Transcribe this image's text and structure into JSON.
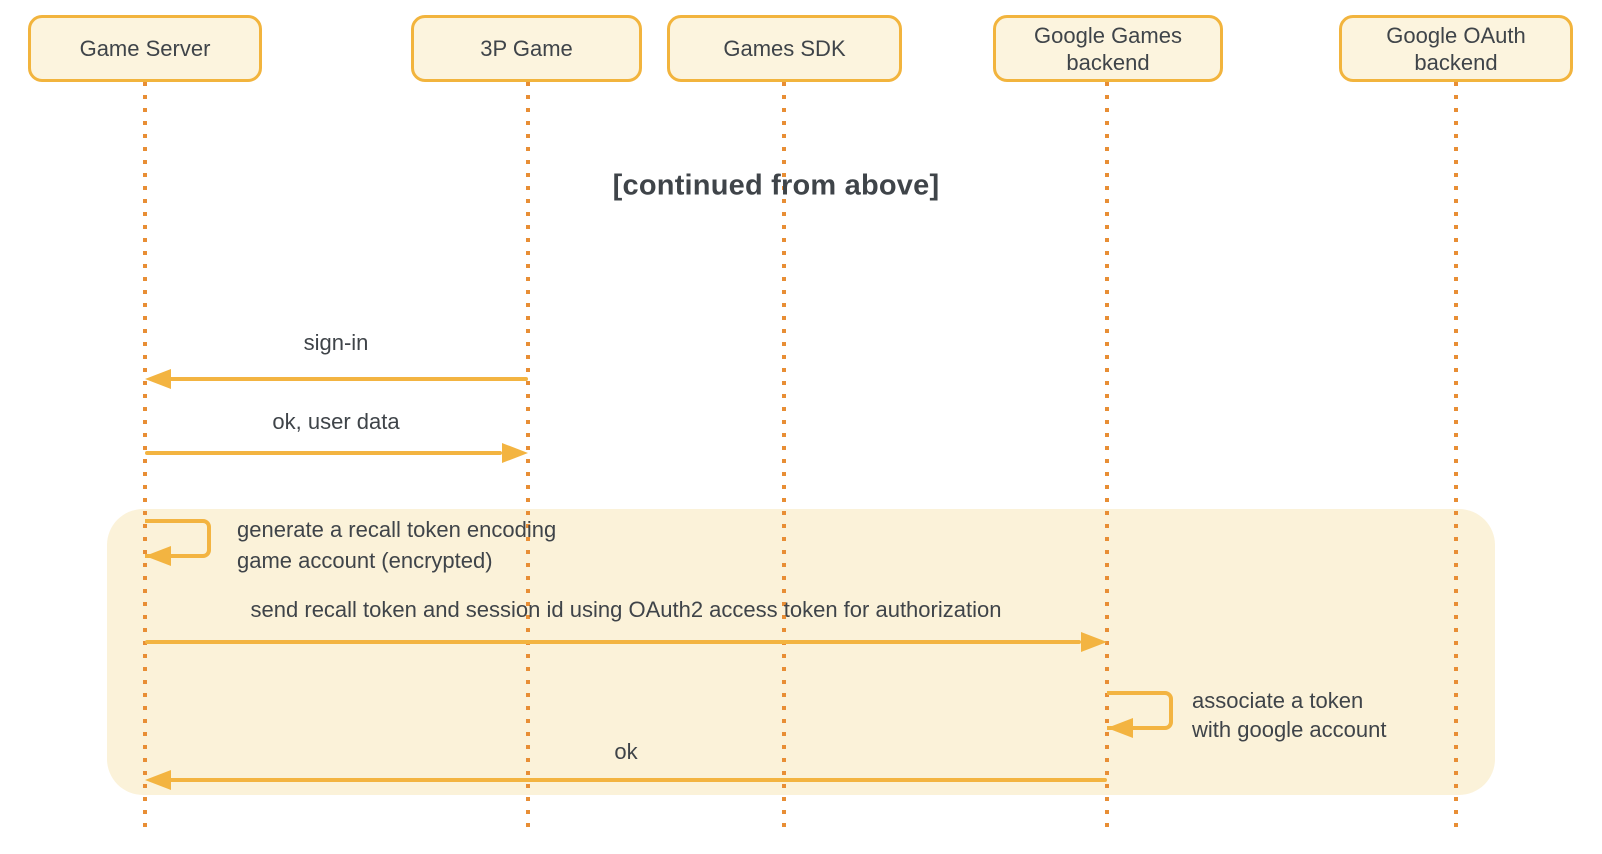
{
  "note": "[continued from above]",
  "actors": [
    {
      "label": "Game Server"
    },
    {
      "label": "3P Game"
    },
    {
      "label": "Games SDK"
    },
    {
      "label": "Google Games backend"
    },
    {
      "label": "Google OAuth backend"
    }
  ],
  "messages": [
    {
      "type": "message",
      "from": "3P Game",
      "to": "Game Server",
      "label": "sign-in"
    },
    {
      "type": "message",
      "from": "Game Server",
      "to": "3P Game",
      "label": "ok, user data"
    },
    {
      "type": "self-message",
      "actor": "Game Server",
      "lines": [
        "generate a recall token encoding",
        "game account (encrypted)"
      ]
    },
    {
      "type": "message",
      "from": "Game Server",
      "to": "Google Games backend",
      "label": "send recall token and session id using OAuth2 access token for authorization"
    },
    {
      "type": "self-message",
      "actor": "Google Games backend",
      "lines": [
        "associate a token",
        "with google account"
      ]
    },
    {
      "type": "message",
      "from": "Google Games backend",
      "to": "Game Server",
      "label": "ok"
    }
  ],
  "colors": {
    "actor_fill": "#FCF4DE",
    "actor_border": "#F2B43D",
    "arrow": "#F3B441",
    "lifeline": "#E88E35",
    "text": "#3F4449",
    "region": "#FBF2D9"
  }
}
